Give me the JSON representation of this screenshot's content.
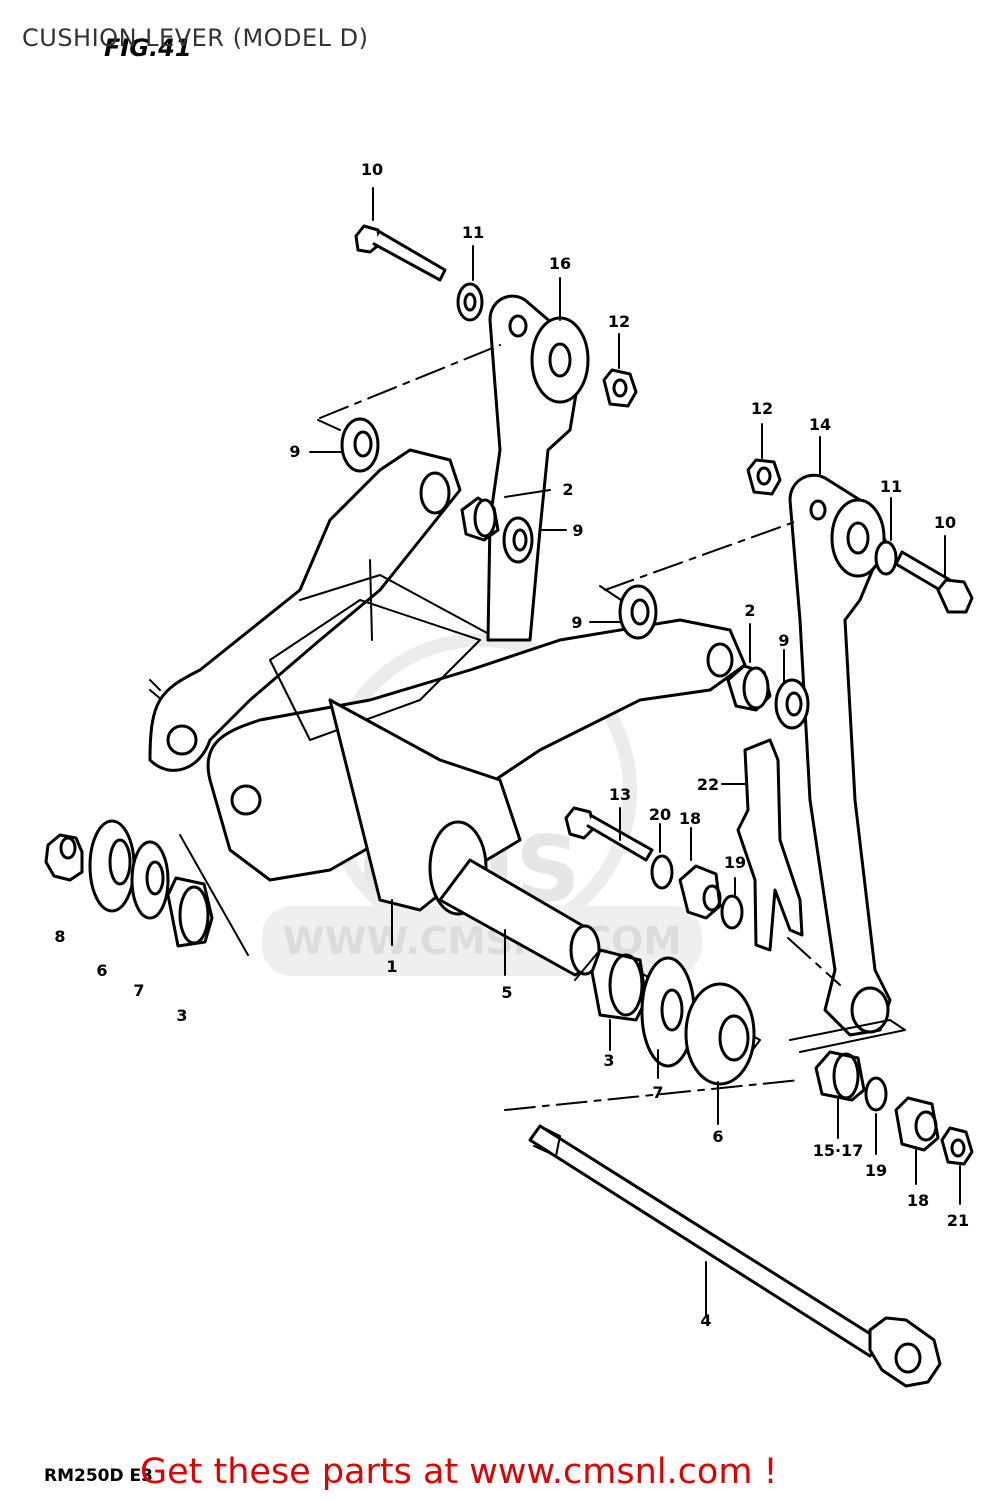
{
  "header": {
    "title": "CUSHION LEVER (MODEL D)",
    "figure": "FIG.41"
  },
  "footer": {
    "model_code": "RM250D E3",
    "promo": "Get these parts at www.cmsnl.com !"
  },
  "watermark": {
    "text": "WWW.CMSNL.COM",
    "logo": "CMS"
  },
  "callouts": [
    "10",
    "11",
    "16",
    "12",
    "9",
    "2",
    "9",
    "12",
    "14",
    "11",
    "10",
    "9",
    "2",
    "9",
    "22",
    "13",
    "20",
    "18",
    "19",
    "8",
    "6",
    "7",
    "3",
    "1",
    "5",
    "3",
    "7",
    "6",
    "15·17",
    "19",
    "18",
    "21",
    "4"
  ],
  "colors": {
    "ink": "#000000",
    "promo": "#e00000",
    "watermark": "#e6e6e6",
    "background": "#ffffff"
  }
}
